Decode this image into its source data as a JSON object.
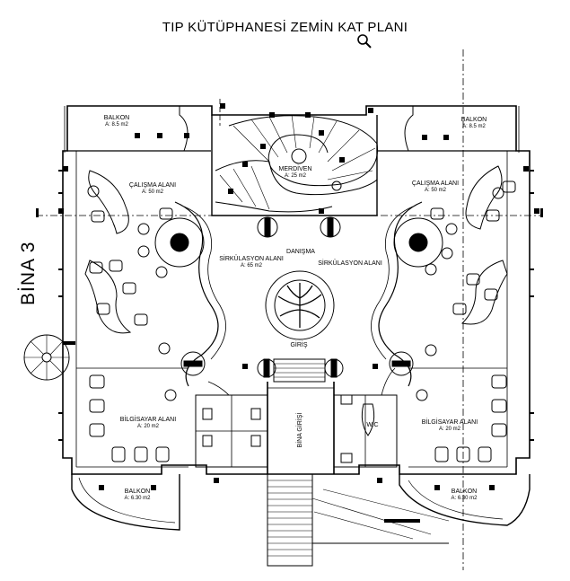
{
  "title": "TIP KÜTÜPHANESİ ZEMİN KAT  PLANI",
  "side_label": "BİNA 3",
  "rooms": {
    "balkon_tl": {
      "name": "BALKON",
      "area": "A: 8.5 m2"
    },
    "balkon_tr": {
      "name": "BALKON",
      "area": "A: 8.5 m2"
    },
    "merdiven": {
      "name": "MERDİVEN",
      "area": "A: 25 m2"
    },
    "calisma_l": {
      "name": "ÇALIŞMA ALANI",
      "area": "A: 50 m2"
    },
    "calisma_r": {
      "name": "ÇALIŞMA ALANI",
      "area": "A: 50 m2"
    },
    "danisma": {
      "name": "DANIŞMA",
      "area": ""
    },
    "sirkulasyon_l": {
      "name": "SİRKÜLASYON ALANI",
      "area": "A: 65 m2"
    },
    "sirkulasyon_r": {
      "name": "SİRKÜLASYON ALANI",
      "area": ""
    },
    "giris": {
      "name": "GİRİŞ",
      "area": ""
    },
    "bina_giris": {
      "name": "BİNA GİRİŞİ",
      "area": ""
    },
    "bilgisayar_l": {
      "name": "BİLGİSAYAR ALANI",
      "area": "A: 20 m2"
    },
    "bilgisayar_r": {
      "name": "BİLGİSAYAR ALANI",
      "area": "A: 20 m2"
    },
    "balkon_bl": {
      "name": "BALKON",
      "area": "A: 6.30 m2"
    },
    "balkon_br": {
      "name": "BALKON",
      "area": "A: 6.30 m2"
    },
    "wc": {
      "name": "W.C",
      "area": ""
    }
  },
  "icons": [
    "zoom-icon",
    "tree-symbol",
    "spiral-stair-symbol"
  ]
}
